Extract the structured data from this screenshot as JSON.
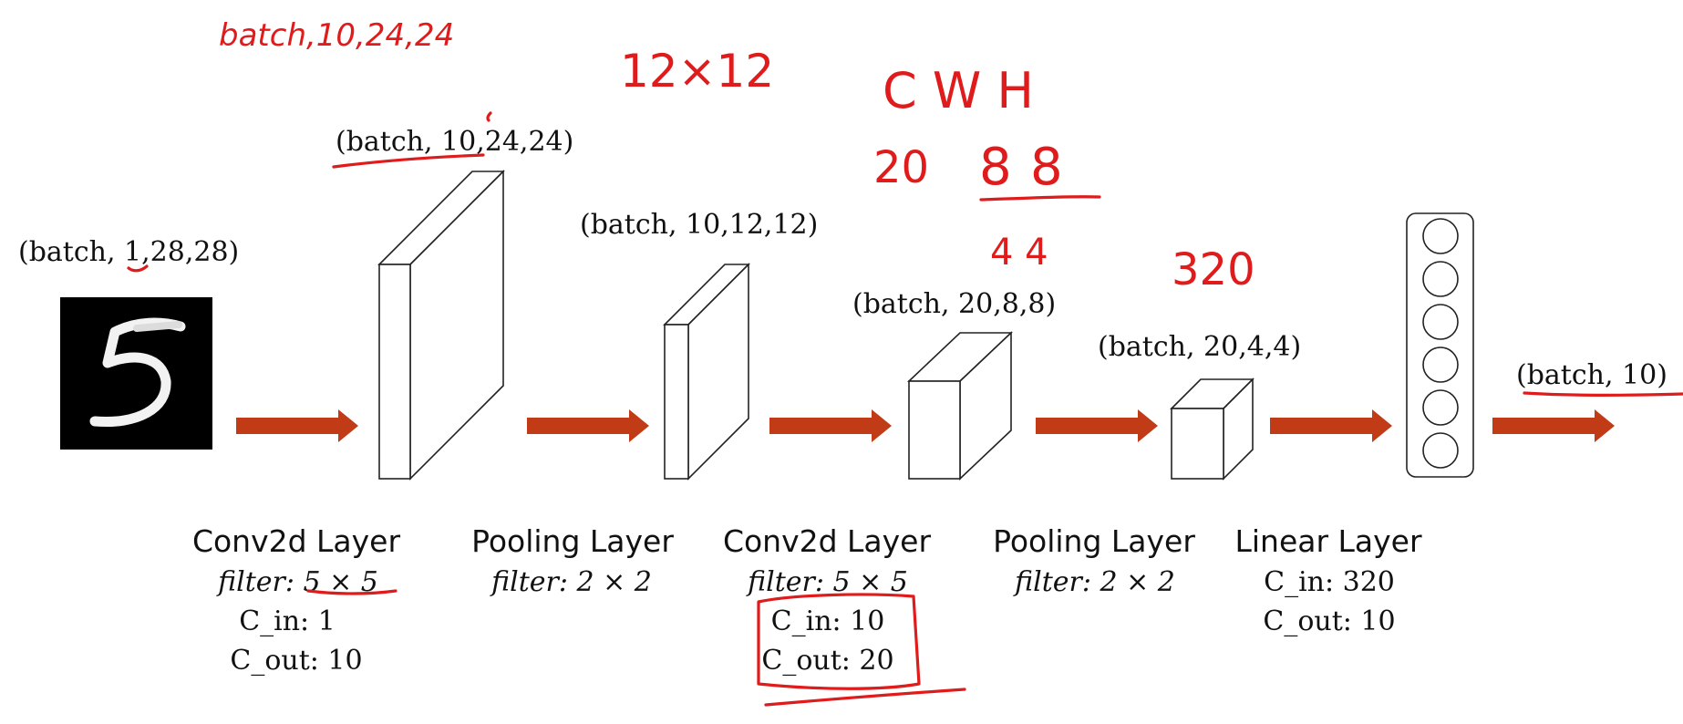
{
  "shapes": {
    "input": "(batch, 1,28,28)",
    "conv1_out": "(batch, 10,24,24)",
    "pool1_out": "(batch, 10,12,12)",
    "conv2_out": "(batch, 20,8,8)",
    "pool2_out": "(batch, 20,4,4)",
    "output": "(batch, 10)"
  },
  "layers": [
    {
      "title": "Conv2d Layer",
      "filter": "filter: 5 × 5",
      "cin": "C_in: 1",
      "cout": "C_out: 10"
    },
    {
      "title": "Pooling Layer",
      "filter": "filter: 2 × 2"
    },
    {
      "title": "Conv2d Layer",
      "filter": "filter: 5 × 5",
      "cin": "C_in: 10",
      "cout": "C_out: 20"
    },
    {
      "title": "Pooling Layer",
      "filter": "filter: 2 × 2"
    },
    {
      "title": "Linear Layer",
      "cin": "C_in: 320",
      "cout": "C_out: 10"
    }
  ],
  "annotations": {
    "top_note": "batch,10,24,24",
    "size_note": "12×12",
    "cwh_header": "C  W  H",
    "cwh_c": "20",
    "cwh_w": "8",
    "cwh_h": "8",
    "pooled": "4 4",
    "flat": "320"
  },
  "colors": {
    "arrow": "#c23b17",
    "annotation": "#e01b1b",
    "input_image_bg": "#000000"
  },
  "icons": {
    "input": "mnist-digit-five-image",
    "arrow": "right-arrow-icon",
    "neuron": "neuron-circle-icon"
  }
}
